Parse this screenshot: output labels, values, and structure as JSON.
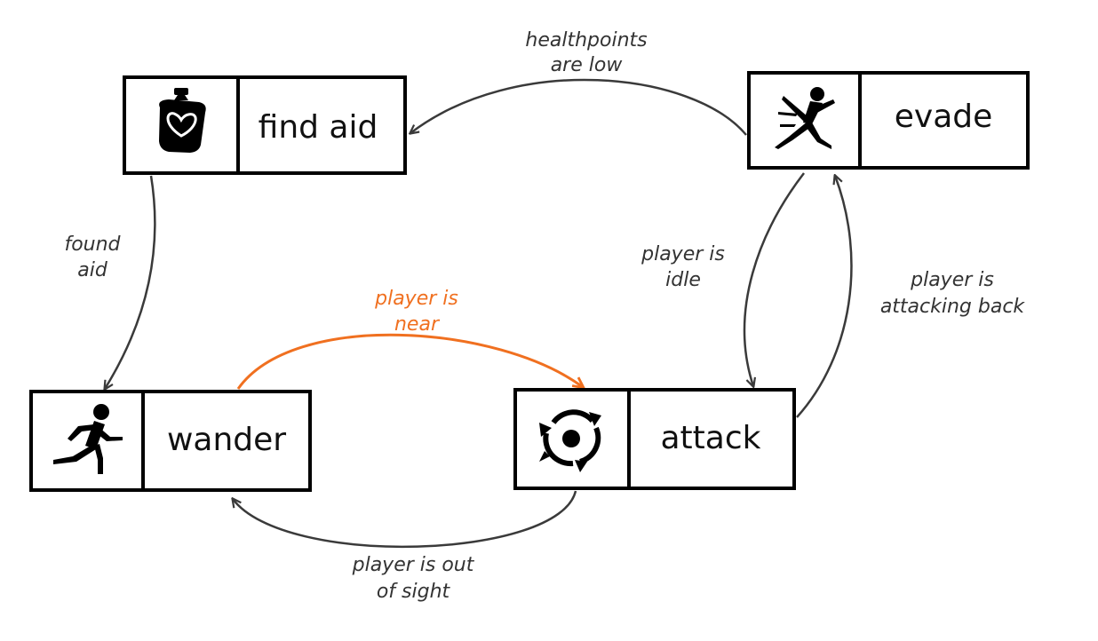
{
  "states": {
    "find_aid": {
      "label": "find aid",
      "icon": "medkit-heart-icon"
    },
    "evade": {
      "label": "evade",
      "icon": "evade-figure-icon"
    },
    "wander": {
      "label": "wander",
      "icon": "running-figure-icon"
    },
    "attack": {
      "label": "attack",
      "icon": "attack-swirl-icon"
    }
  },
  "transitions": {
    "healthpoints_low": {
      "line1": "healthpoints",
      "line2": "are low"
    },
    "found_aid": {
      "line1": "found",
      "line2": "aid"
    },
    "player_near": {
      "line1": "player is",
      "line2": "near"
    },
    "player_out_of_sight": {
      "line1": "player is out",
      "line2": "of sight"
    },
    "player_idle": {
      "line1": "player is",
      "line2": "idle"
    },
    "player_attacking_back": {
      "line1": "player is",
      "line2": "attacking back"
    }
  },
  "colors": {
    "highlight": "#f07020",
    "arrow": "#3a3a3a",
    "border": "#000000",
    "text": "#111111"
  }
}
